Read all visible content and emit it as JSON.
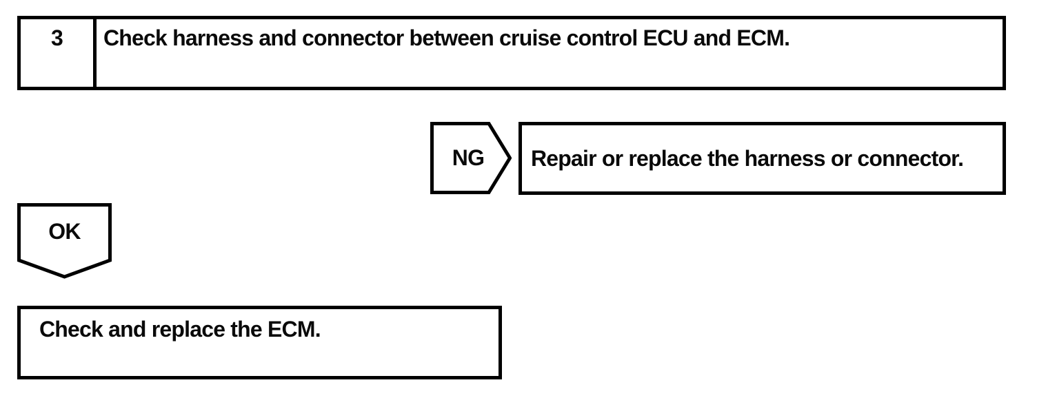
{
  "colors": {
    "background": "#ffffff",
    "line": "#000000",
    "text": "#0a0a0a"
  },
  "flowchart": {
    "step": {
      "number": "3",
      "instruction": "Check harness and connector between cruise control ECU and ECM."
    },
    "ng_branch": {
      "label": "NG",
      "action": "Repair or replace the harness or connector."
    },
    "ok_branch": {
      "label": "OK",
      "action": "Check and replace the ECM."
    }
  }
}
